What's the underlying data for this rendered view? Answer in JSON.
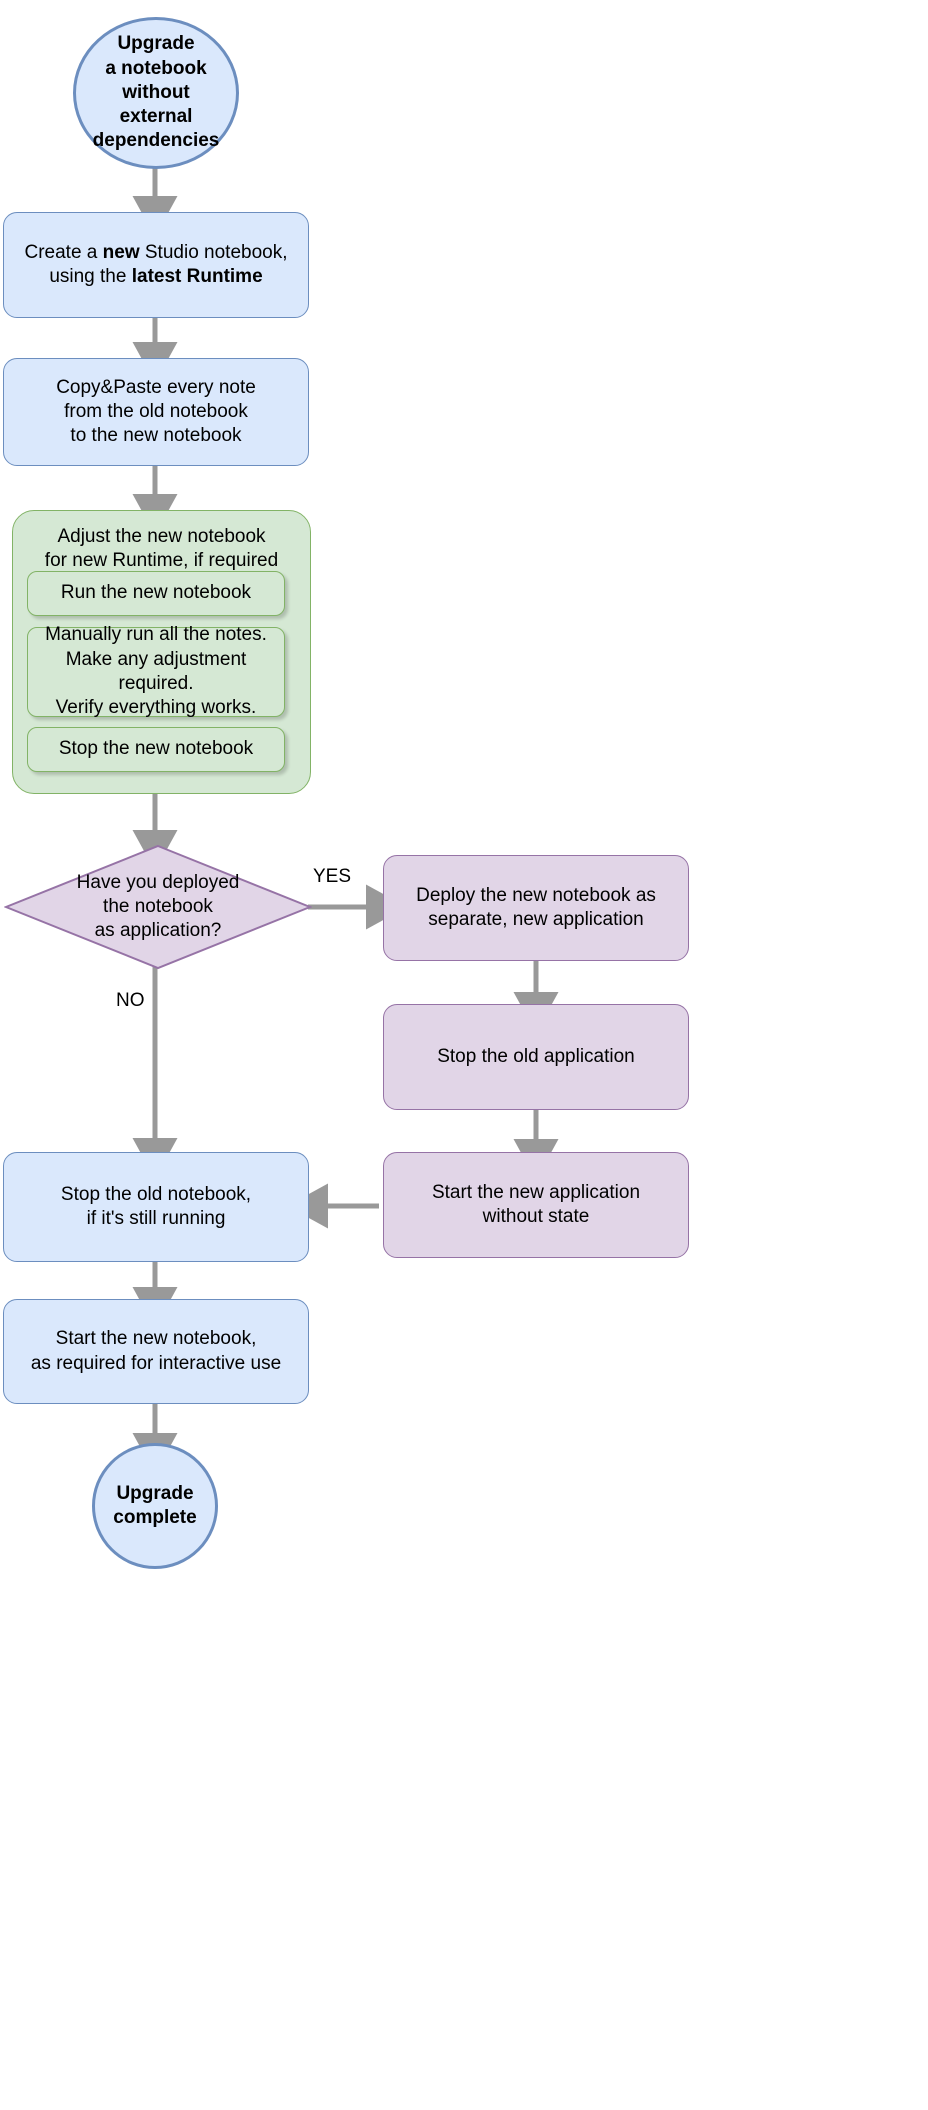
{
  "diagram": {
    "title": "Upgrade a notebook without external dependencies",
    "colors": {
      "blue_fill": "#dae8fc",
      "blue_stroke": "#6c8ebf",
      "green_fill": "#d5e8d4",
      "green_stroke": "#82b366",
      "purple_fill": "#e1d5e7",
      "purple_stroke": "#9673a6",
      "edge": "#999999",
      "text": "#000000"
    },
    "nodes": {
      "start": {
        "type": "terminator-circle",
        "lines": [
          "Upgrade",
          "a notebook",
          "without external",
          "dependencies"
        ]
      },
      "create_new": {
        "type": "process",
        "line1_a": "Create a ",
        "line1_b": "new",
        "line1_c": " Studio notebook,",
        "line2_a": "using the ",
        "line2_b": "latest Runtime"
      },
      "copy_paste": {
        "type": "process",
        "lines": [
          "Copy&Paste every note",
          "from the old notebook",
          "to the new notebook"
        ]
      },
      "adjust_group": {
        "type": "group",
        "label_lines": [
          "Adjust the new notebook",
          "for new Runtime, if required"
        ],
        "children": [
          {
            "id": "run_new",
            "lines": [
              "Run the new notebook"
            ]
          },
          {
            "id": "manual_run",
            "lines": [
              "Manually run all the notes.",
              "Make any adjustment required.",
              "Verify everything works."
            ]
          },
          {
            "id": "stop_new",
            "lines": [
              "Stop the new notebook"
            ]
          }
        ]
      },
      "decision": {
        "type": "decision",
        "lines": [
          "Have you deployed",
          "the notebook",
          "as application?"
        ]
      },
      "deploy_new": {
        "type": "process",
        "lines": [
          "Deploy the new notebook as",
          "separate, new application"
        ]
      },
      "stop_old_app": {
        "type": "process",
        "lines": [
          "Stop the old application"
        ]
      },
      "start_new_app": {
        "type": "process",
        "lines": [
          "Start the new application",
          "without state"
        ]
      },
      "stop_old_notebook": {
        "type": "process",
        "lines": [
          "Stop the old notebook,",
          "if it's still running"
        ]
      },
      "start_new_notebook": {
        "type": "process",
        "lines": [
          "Start the new notebook,",
          "as required for interactive use"
        ]
      },
      "end": {
        "type": "terminator-circle",
        "lines": [
          "Upgrade",
          "complete"
        ]
      }
    },
    "edge_labels": {
      "yes": "YES",
      "no": "NO"
    }
  }
}
